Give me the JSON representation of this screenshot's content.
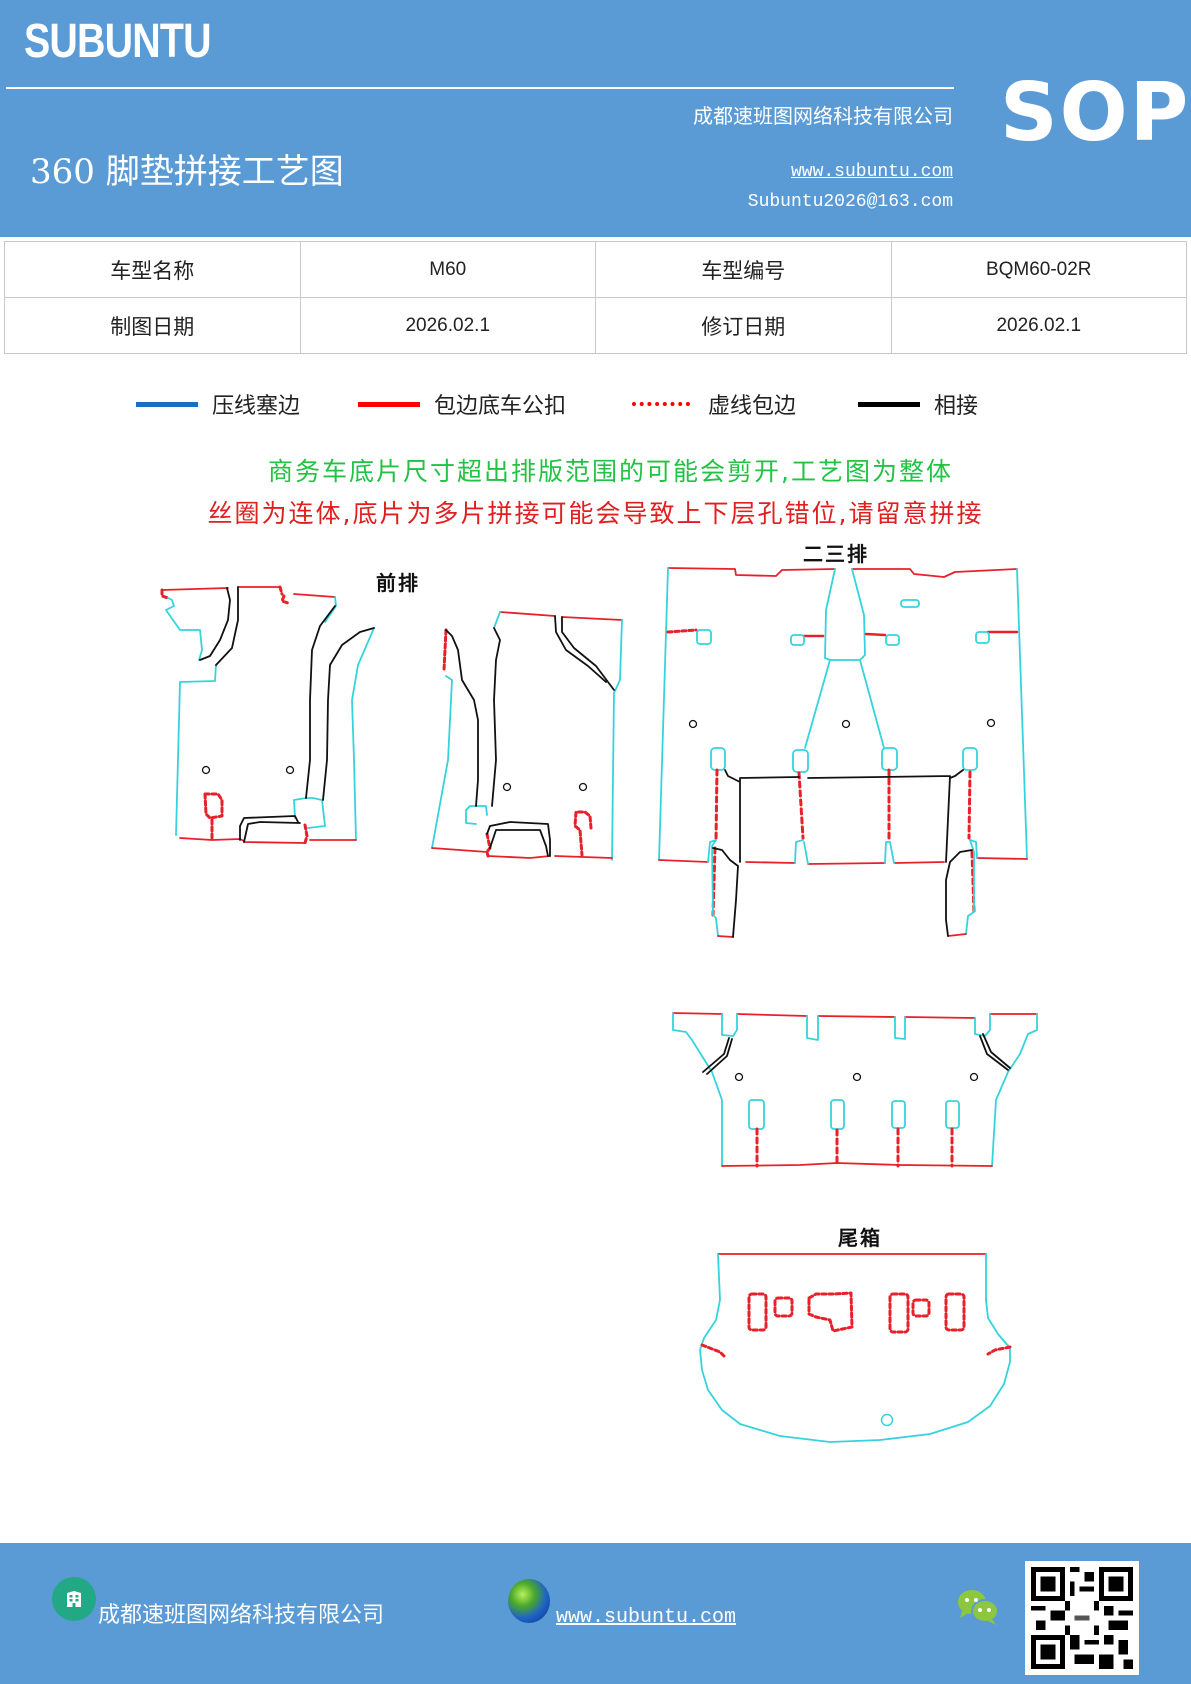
{
  "header": {
    "logo": "SUBUNTU",
    "doc_title": "360 脚垫拼接工艺图",
    "company": "成都速班图网络科技有限公司",
    "website": "www.subuntu.com",
    "email": "Subuntu2026@163.com",
    "badge": "SOP",
    "bg_color": "#5b9bd5"
  },
  "info_table": {
    "rows": [
      [
        {
          "label": "车型名称",
          "value": "M60"
        },
        {
          "label": "车型编号",
          "value": "BQM60-02R"
        }
      ],
      [
        {
          "label": "制图日期",
          "value": "2026.02.1"
        },
        {
          "label": "修订日期",
          "value": "2026.02.1"
        }
      ]
    ]
  },
  "legend": [
    {
      "label": "压线塞边",
      "color": "#1a6fc4",
      "style": "solid"
    },
    {
      "label": "包边底车公扣",
      "color": "#ff0000",
      "style": "solid"
    },
    {
      "label": "虚线包边",
      "color": "#ff0000",
      "style": "dotted"
    },
    {
      "label": "相接",
      "color": "#000000",
      "style": "solid"
    }
  ],
  "notes": {
    "green": "商务车底片尺寸超出排版范围的可能会剪开,工艺图为整体",
    "red": "丝圈为连体,底片为多片拼接可能会导致上下层孔错位,请留意拼接",
    "green_color": "#22c244",
    "red_color": "#e02020"
  },
  "sections": {
    "front_row": "前排",
    "second_third_row": "二三排",
    "trunk": "尾箱"
  },
  "line_colors": {
    "cyan": "#35d4dc",
    "red": "#e8202a",
    "black": "#111111"
  },
  "footer": {
    "company": "成都速班图网络科技有限公司",
    "website": "www.subuntu.com",
    "icons": [
      "building-icon",
      "globe-icon",
      "wechat-icon",
      "qr-code"
    ]
  }
}
